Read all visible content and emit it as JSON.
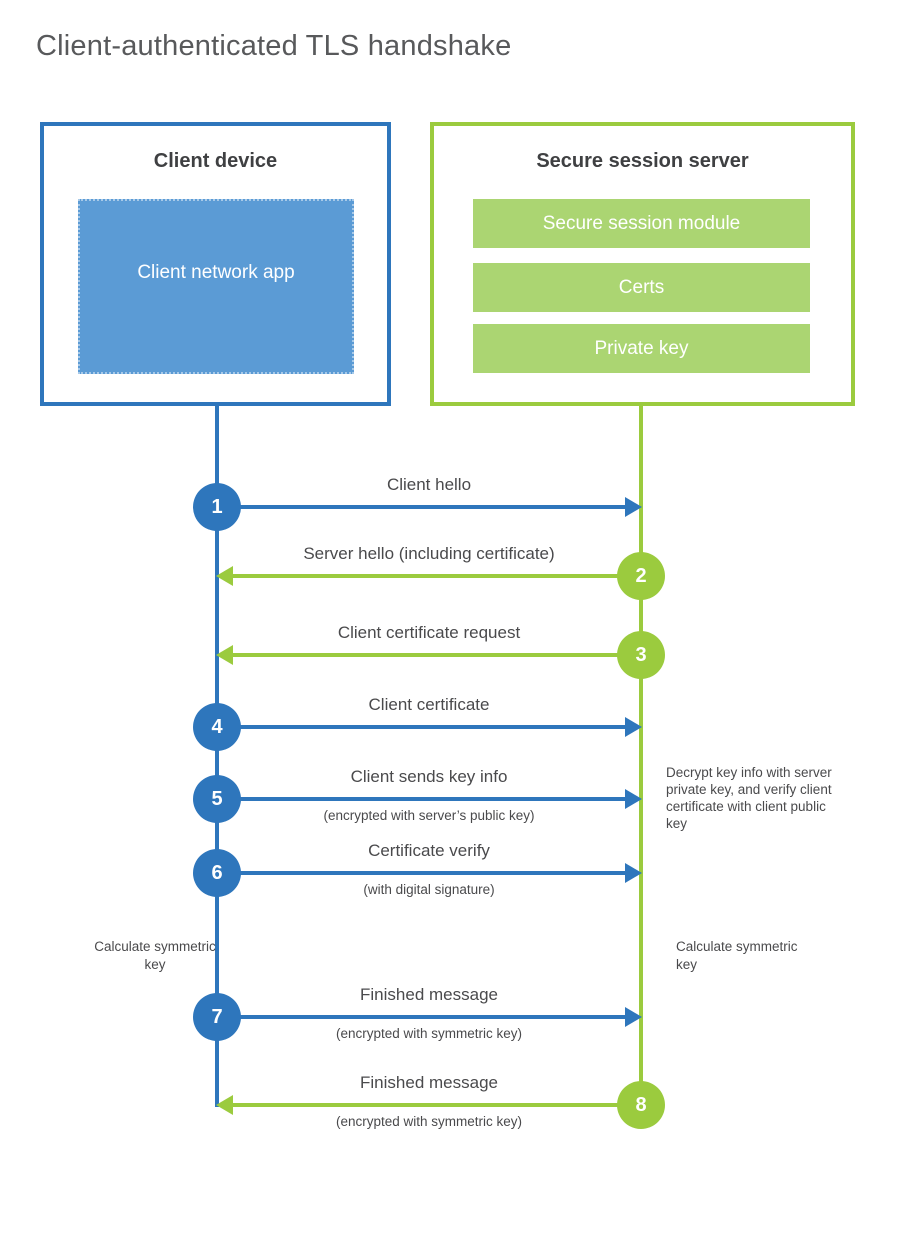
{
  "title": "Client-authenticated TLS handshake",
  "client": {
    "title": "Client device",
    "app_label": "Client network app"
  },
  "server": {
    "title": "Secure session server",
    "modules": [
      "Secure session module",
      "Certs",
      "Private key"
    ]
  },
  "messages": [
    {
      "num": "1",
      "label": "Client hello",
      "direction": "client-to-server"
    },
    {
      "num": "2",
      "label": "Server hello (including certificate)",
      "direction": "server-to-client"
    },
    {
      "num": "3",
      "label": "Client certificate request",
      "direction": "server-to-client"
    },
    {
      "num": "4",
      "label": "Client certificate",
      "direction": "client-to-server"
    },
    {
      "num": "5",
      "label": "Client sends key info",
      "sub": "(encrypted with server’s public key)",
      "direction": "client-to-server"
    },
    {
      "num": "6",
      "label": "Certificate verify",
      "sub": "(with digital signature)",
      "direction": "client-to-server"
    },
    {
      "num": "7",
      "label": "Finished message",
      "sub": "(encrypted with symmetric key)",
      "direction": "client-to-server"
    },
    {
      "num": "8",
      "label": "Finished message",
      "sub": "(encrypted with symmetric key)",
      "direction": "server-to-client"
    }
  ],
  "notes": {
    "server_note": "Decrypt key info with server private key, and verify client certificate with client public key",
    "calc_left": "Calculate symmetric key",
    "calc_right": "Calculate symmetric key"
  },
  "colors": {
    "client_blue": "#2e76bc",
    "client_app_fill": "#5b9bd5",
    "server_green": "#9bcb3e",
    "server_bar_fill": "#abd572",
    "title_gray": "#58595b",
    "text_gray": "#4a4a4c"
  }
}
